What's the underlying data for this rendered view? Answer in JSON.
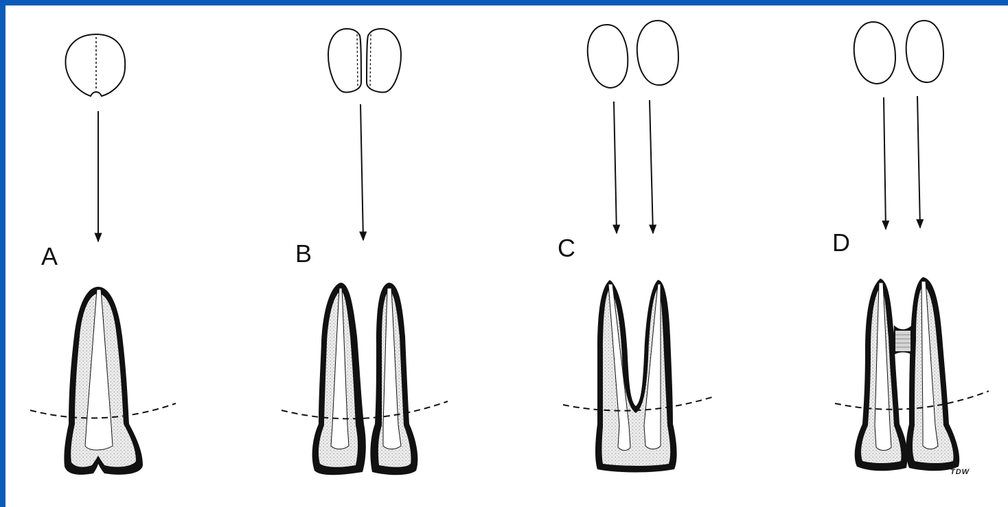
{
  "panels": [
    {
      "label": "A",
      "type": "single-root-fused"
    },
    {
      "label": "B",
      "type": "two-separate-roots"
    },
    {
      "label": "C",
      "type": "two-roots-joined-at-crown"
    },
    {
      "label": "D",
      "type": "two-roots-joined-by-bridge"
    }
  ],
  "signature": "TDW",
  "colors": {
    "border": "#0a5cb8",
    "background": "#ffffff",
    "ink": "#111111",
    "stipple": "#e6e6e6"
  }
}
